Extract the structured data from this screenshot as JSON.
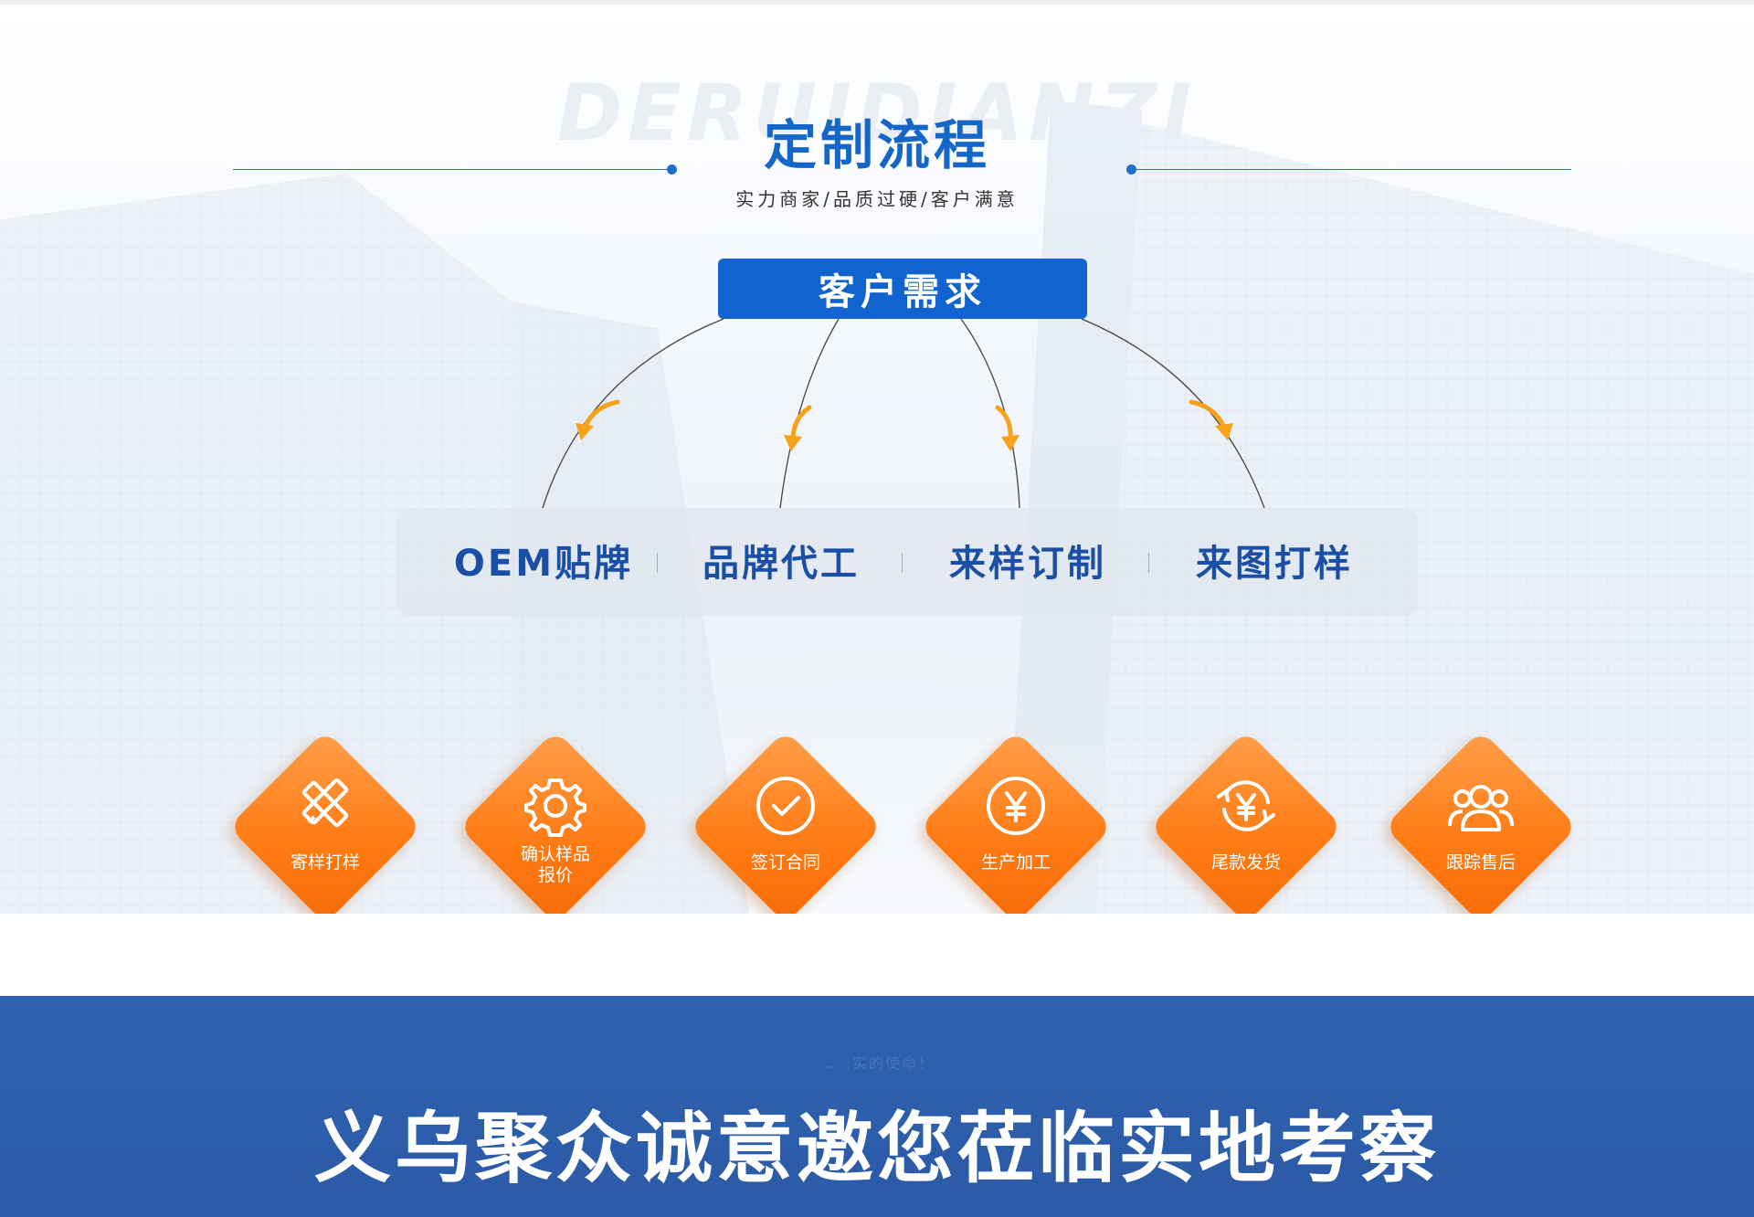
{
  "header": {
    "watermark": "DERUIDIANZI",
    "title": "定制流程",
    "subtitle": "实力商家/品质过硬/客户满意"
  },
  "flow": {
    "root": "客户需求",
    "categories": [
      "OEM贴牌",
      "品牌代工",
      "来样订制",
      "来图打样"
    ]
  },
  "steps": [
    {
      "label": "寄样打样",
      "icon": "pencil-ruler-icon"
    },
    {
      "label": "确认样品\n报价",
      "icon": "gear-icon"
    },
    {
      "label": "签订合同",
      "icon": "check-circle-icon"
    },
    {
      "label": "生产加工",
      "icon": "yen-circle-icon"
    },
    {
      "label": "尾款发货",
      "icon": "yen-refresh-icon"
    },
    {
      "label": "跟踪售后",
      "icon": "users-icon"
    }
  ],
  "footer": {
    "faint_text": "……实的使命！",
    "title": "义乌聚众诚意邀您莅临实地考察"
  },
  "colors": {
    "primary": "#1466c9",
    "accent": "#ff7a12",
    "footer_bg": "#2f63b1"
  }
}
